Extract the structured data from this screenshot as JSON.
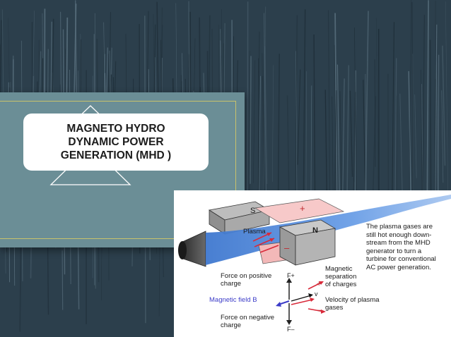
{
  "slide": {
    "title": "MAGNETO HYDRO\nDYNAMIC POWER\nGENERATION (MHD )"
  },
  "diagram": {
    "magnet_south": "S",
    "magnet_north": "N",
    "plus_sign": "+",
    "minus_sign": "–",
    "plasma_label": "Plasma",
    "note": "The plasma gases are\nstill hot enough down-\nstream from the MHD\ngenerator to turn a\nturbine for conventional\nAC power generation.",
    "force_positive": "Force on positive\ncharge",
    "force_negative": "Force on negative\ncharge",
    "field_label": "Magnetic field B",
    "separation_label": "Magnetic\nseparation\nof charges",
    "velocity_label": "Velocity of plasma\ngases",
    "v_symbol": "v",
    "f_plus": "F+",
    "f_minus": "F–",
    "sep_plus": "+",
    "sep_minus": "–"
  },
  "colors": {
    "background": "#2c3f4c",
    "panel": "#6b8e96",
    "panel_border": "#c9c26a",
    "plasma": "#4f86d6",
    "field_arrow": "#3c3cc8",
    "force_arrow": "#d92a3a"
  }
}
